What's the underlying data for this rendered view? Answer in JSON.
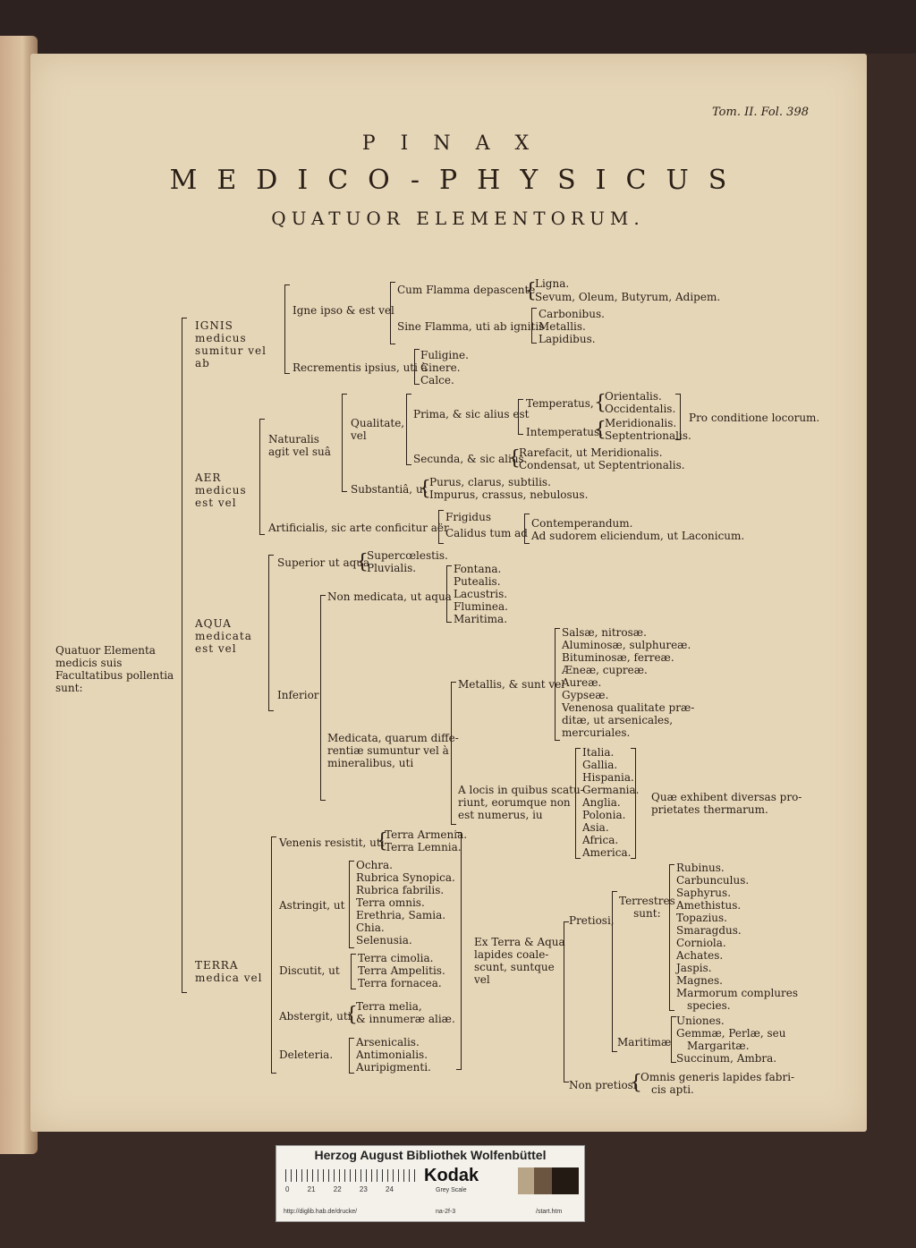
{
  "header": {
    "folio": "Tom. II. Fol. 398",
    "title1": "PINAX",
    "title2": "MEDICO-PHYSICUS",
    "title3": "QUATUOR ELEMENTORUM."
  },
  "root": "Quatuor Elementa medicis suis Facultatibus pollentia sunt:",
  "ignis": {
    "label": "IGNIS medicus sumitur vel ab",
    "igne": "Igne ipso & est vel",
    "cum": "Cum Flamma depascente",
    "ligna": "Ligna.",
    "sevum": "Sevum, Oleum, Butyrum, Adipem.",
    "sine": "Sine Flamma, uti ab ignitis",
    "sine_items": [
      "Carbonibus.",
      "Metallis.",
      "Lapidibus."
    ],
    "recrementis": "Recrementis ipsius, uti à",
    "recr_items": [
      "Fuligine.",
      "Cinere.",
      "Calce."
    ]
  },
  "aer": {
    "label": "AER medicus est vel",
    "naturalis": "Naturalis agit vel suâ",
    "qualitate": "Qualitate, vel",
    "prima": "Prima, & sic alius est",
    "temperatus": "Temperatus,",
    "temp_items": [
      "Orientalis.",
      "Occidentalis."
    ],
    "intemperatus": "Intemperatus.",
    "intemp_items": [
      "Meridionalis.",
      "Septentrionalis."
    ],
    "pro": "Pro conditione locorum.",
    "secunda": "Secunda, & sic alius",
    "sec_items": [
      "Rarefacit, ut Meridionalis.",
      "Condensat, ut Septentrionalis."
    ],
    "substantia": "Substantiâ, ut",
    "sub_items": [
      "Purus, clarus, subtilis.",
      "Impurus, crassus, nebulosus."
    ],
    "artificialis": "Artificialis, sic arte conficitur aër",
    "frigidus": "Frigidus",
    "calidus": "Calidus tum ad",
    "cal_items": [
      "Contemperandum.",
      "Ad sudorem eliciendum, ut Laconicum."
    ]
  },
  "aqua": {
    "label": "AQUA medicata est vel",
    "superior": "Superior ut aqua",
    "sup_items": [
      "Supercœlestis.",
      "Pluvialis."
    ],
    "inferior": "Inferior",
    "non_medicata": "Non medicata, ut aqua",
    "nm_items": [
      "Fontana.",
      "Putealis.",
      "Lacustris.",
      "Fluminea.",
      "Maritima."
    ],
    "medicata": [
      "Medicata, quarum diffe-",
      "rentiæ sumuntur vel à",
      "mineralibus, uti"
    ],
    "metallis": "Metallis, & sunt vel",
    "met_items": [
      "Salsæ, nitrosæ.",
      "Aluminosæ, sulphureæ.",
      "Bituminosæ, ferreæ.",
      "Æneæ, cupreæ.",
      "Aureæ.",
      "Gypseæ.",
      "Venenosa qualitate præ-",
      "ditæ, ut arsenicales,",
      "mercuriales."
    ],
    "locis": [
      "A locis in quibus scatu-",
      "riunt, eorumque non",
      "est numerus, iu"
    ],
    "loc_items": [
      "Italia.",
      "Gallia.",
      "Hispania.",
      "Germania.",
      "Anglia.",
      "Polonia.",
      "Asia.",
      "Africa.",
      "America."
    ],
    "quae": [
      "Quæ exhibent diversas pro-",
      "prietates thermarum."
    ]
  },
  "terra": {
    "label": "TERRA medica vel",
    "venenis": "Venenis resistit, uti",
    "ven_items": [
      "Terra Armenia.",
      "Terra Lemnia."
    ],
    "astringit": "Astringit, ut",
    "ast_items": [
      "Ochra.",
      "Rubrica Synopica.",
      "Rubrica fabrilis.",
      "Terra omnis.",
      "Erethria, Samia.",
      "Chia.",
      "Selenusia."
    ],
    "discutit": "Discutit, ut",
    "dis_items": [
      "Terra cimolia.",
      "Terra Ampelitis.",
      "Terra fornacea."
    ],
    "abstergit": "Abstergit, uti",
    "abs_items": [
      "Terra melia,",
      "& innumeræ aliæ."
    ],
    "deleteria": "Deleteria.",
    "del_items": [
      "Arsenicalis.",
      "Antimonialis.",
      "Auripigmenti."
    ],
    "ex_terra": [
      "Ex Terra & Aqua",
      "lapides coale-",
      "scunt, suntque",
      "vel"
    ],
    "pretiosi": "Pretiosi,",
    "terrestres": [
      "Terrestres",
      "sunt:"
    ],
    "terr_items": [
      "Rubinus.",
      "Carbunculus.",
      "Saphyrus.",
      "Amethistus.",
      "Topazius.",
      "Smaragdus.",
      "Corniola.",
      "Achates.",
      "Jaspis.",
      "Magnes.",
      "Marmorum complures",
      "species."
    ],
    "maritimae": "Maritimæ",
    "mar_items": [
      "Uniones.",
      "Gemmæ, Perlæ, seu",
      "Margaritæ.",
      "Succinum, Ambra."
    ],
    "non_pretiosi": "Non pretiosi",
    "np_items": [
      "Omnis generis lapides fabri-",
      "cis apti."
    ]
  },
  "card": {
    "name": "Herzog August Bibliothek Wolfenbüttel",
    "kodak": "Kodak",
    "grey": "Grey Scale",
    "ruler": "0 21 22 23 24",
    "url": "http://diglib.hab.de/drucke/",
    "sig": "na-2f-3",
    "start": "/start.htm"
  }
}
